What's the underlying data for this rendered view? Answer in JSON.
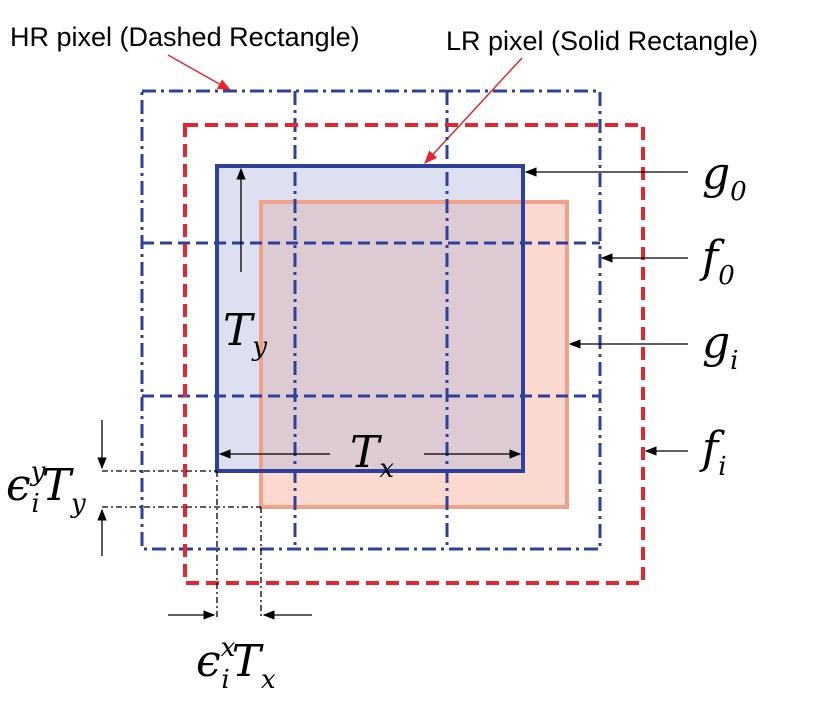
{
  "captions": {
    "hr": "HR pixel (Dashed Rectangle)",
    "lr": "LR pixel (Solid Rectangle)"
  },
  "labels": {
    "g0": {
      "main": "g",
      "sub": "0"
    },
    "f0": {
      "main": "f",
      "sub": "0"
    },
    "gi": {
      "main": "g",
      "sub": "i"
    },
    "fi": {
      "main": "f",
      "sub": "i"
    },
    "ty": {
      "main": "T",
      "sub": "y"
    },
    "tx": {
      "main": "T",
      "sub": "x"
    },
    "eps_y": {
      "eps": "ϵ",
      "sup": "y",
      "sub": "i",
      "main": "T",
      "main_sub": "y"
    },
    "eps_x": {
      "eps": "ϵ",
      "sup": "x",
      "sub": "i",
      "main": "T",
      "main_sub": "x"
    }
  },
  "colors": {
    "hr_blue": "#2e3f9c",
    "hr_red": "#e8242c",
    "lr_blue_stroke": "#2e3f9c",
    "lr_blue_fill": "#dde0f1",
    "lr_orange_stroke": "#f1a08a",
    "lr_orange_fill": "#fbd9cf",
    "overlap_fill": "#dcc8d2",
    "caption_arrow": "#e8242c",
    "leader": "#000000"
  }
}
